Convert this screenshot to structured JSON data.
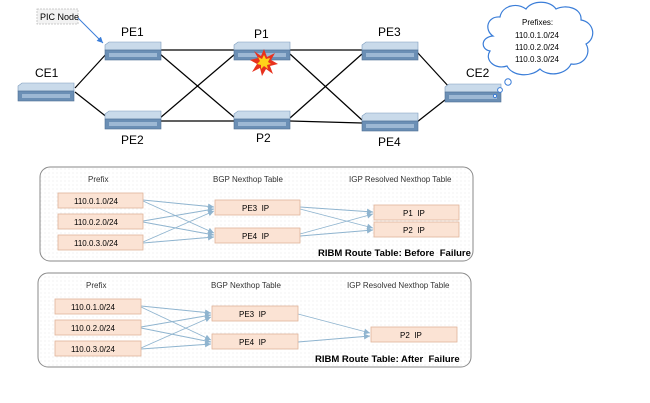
{
  "topology": {
    "pic_label": "PIC Node",
    "nodes": {
      "ce1": "CE1",
      "pe1": "PE1",
      "pe2": "PE2",
      "p1": "P1",
      "p2": "P2",
      "pe3": "PE3",
      "pe4": "PE4",
      "ce2": "CE2"
    },
    "prefix_cloud": {
      "title": "Prefixes:",
      "items": [
        "110.0.1.0/24",
        "110.0.2.0/24",
        "110.0.3.0/24"
      ]
    }
  },
  "table_before": {
    "col_prefix": "Prefix",
    "col_bgp": "BGP Nexthop Table",
    "col_igp": "IGP Resolved Nexthop Table",
    "prefixes": [
      "110.0.1.0/24",
      "110.0.2.0/24",
      "110.0.3.0/24"
    ],
    "bgp": [
      "PE3  IP",
      "PE4  IP"
    ],
    "igp": [
      "P1  IP",
      "P2  IP"
    ],
    "caption": "RIBM Route Table: Before  Failure"
  },
  "table_after": {
    "col_prefix": "Prefix",
    "col_bgp": "BGP Nexthop Table",
    "col_igp": "IGP Resolved Nexthop Table",
    "prefixes": [
      "110.0.1.0/24",
      "110.0.2.0/24",
      "110.0.3.0/24"
    ],
    "bgp": [
      "PE3  IP",
      "PE4  IP"
    ],
    "igp": [
      "P2  IP"
    ],
    "caption": "RIBM Route Table: After  Failure"
  },
  "colors": {
    "box_fill": "#fbe3d4",
    "box_stroke": "#e0b49a",
    "arrow": "#8fb4cf",
    "link": "#000000",
    "router_body": "#c9daea",
    "router_front": "#6b8fb5",
    "cloud_stroke": "#3a7dd8",
    "panel_stroke": "#8a8a8a",
    "explosion_outer": "#e8321e",
    "explosion_inner": "#ffd31a"
  }
}
